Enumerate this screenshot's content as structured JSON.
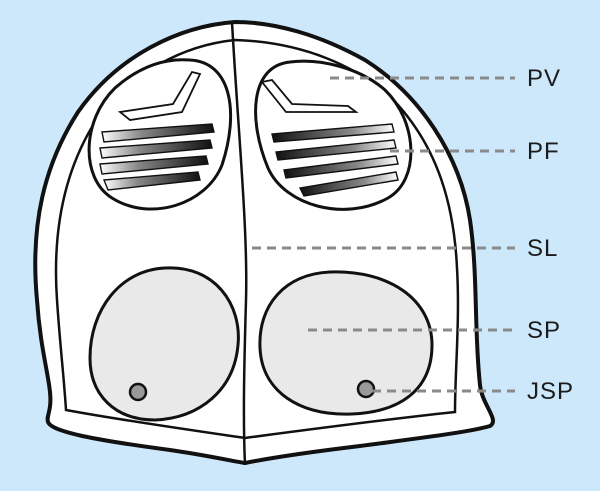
{
  "labels": {
    "pv": "PV",
    "pf": "PF",
    "sl": "SL",
    "sp": "SP",
    "jsp": "JSP"
  },
  "colors": {
    "background": "#cde8fb",
    "outline": "#111111",
    "shell": "#ffffff",
    "plate": "#e9e9e9",
    "leader": "#8a8a8a"
  }
}
